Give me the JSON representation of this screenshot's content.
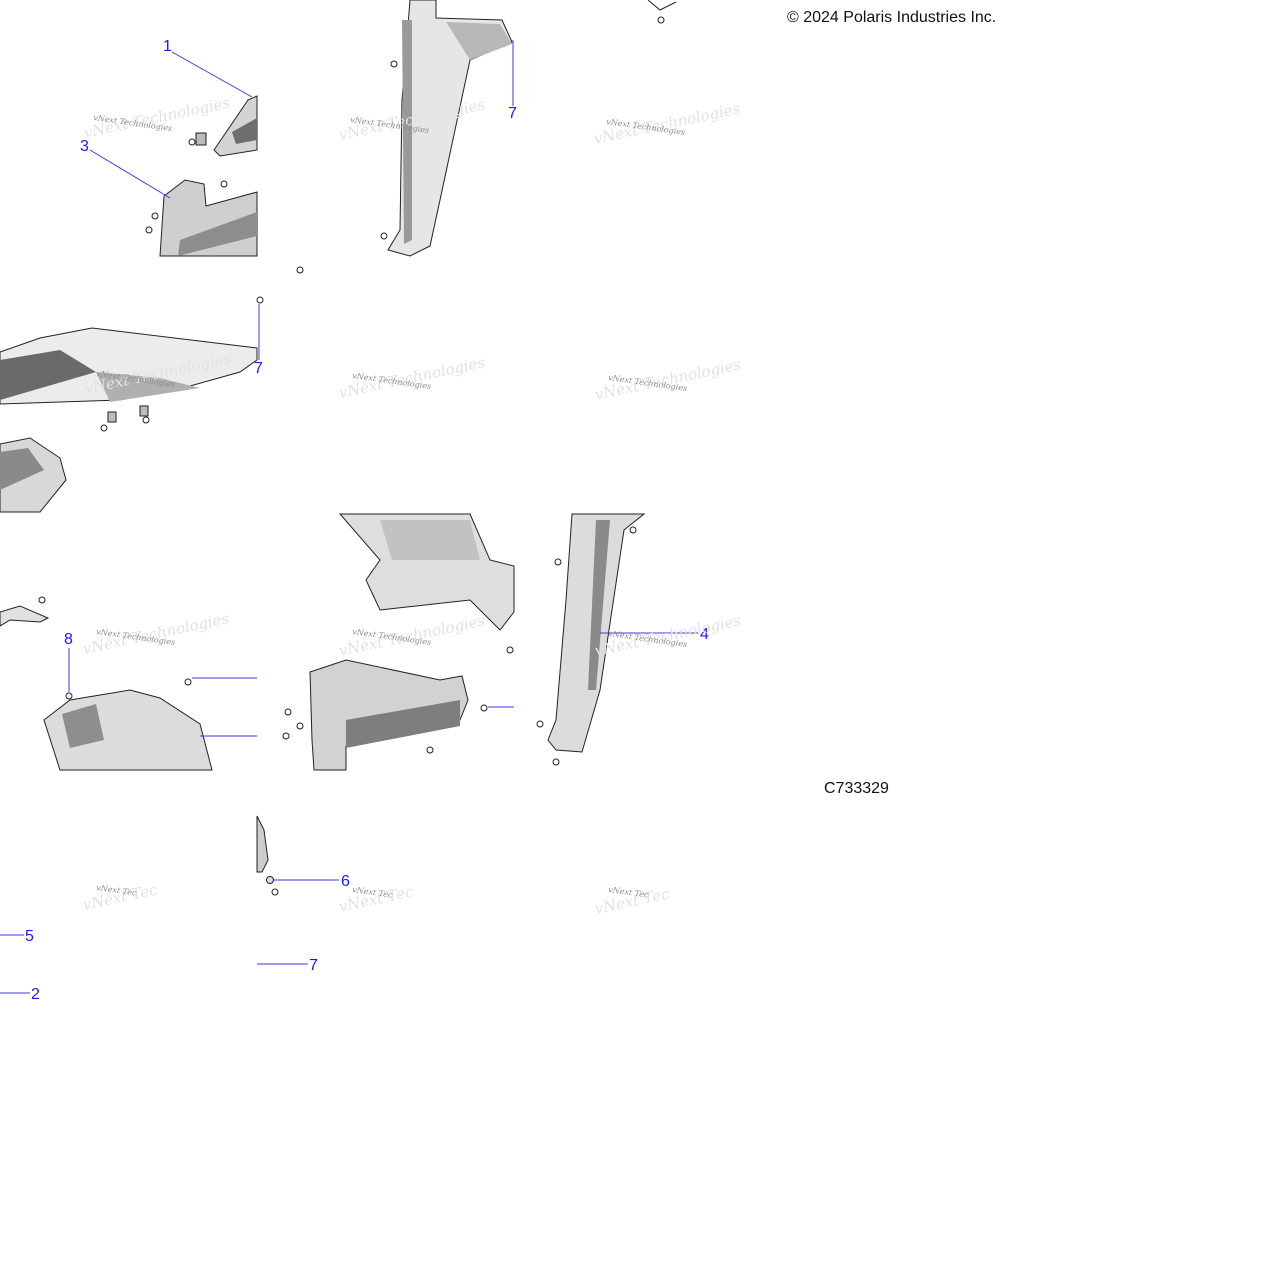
{
  "header": {
    "copyright": "© 2024 Polaris Industries Inc."
  },
  "footer": {
    "diagram_id": "C733329"
  },
  "watermark": "vNext Technologies",
  "watermark_partial": "vNext Tec",
  "callouts": {
    "c1": "1",
    "c3": "3",
    "c7_top": "7",
    "c7_mid": "7",
    "c8": "8",
    "c4": "4",
    "c6": "6",
    "c5": "5",
    "c7_low": "7",
    "c2": "2"
  },
  "colors": {
    "callout": "#1a1ae6",
    "part_fill": "#c8c8c8",
    "part_dark": "#7a7a7a"
  }
}
